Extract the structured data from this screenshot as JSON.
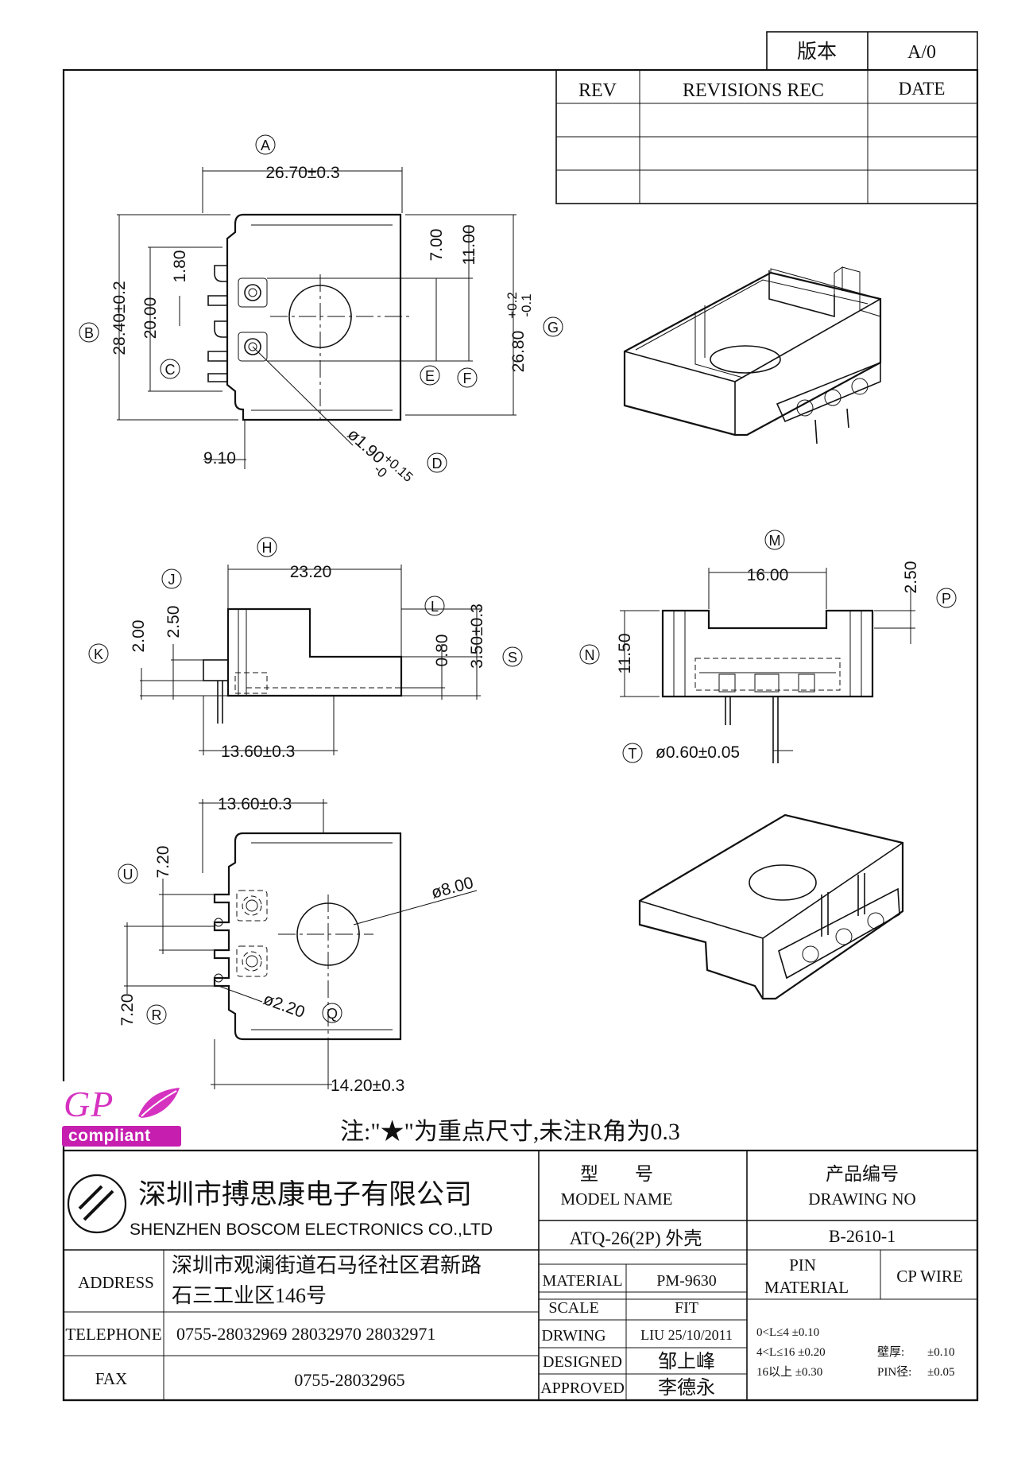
{
  "revision_block": {
    "version_label": "版本",
    "version_value": "A/0",
    "rev_header": "REV",
    "revisions_header": "REVISIONS REC",
    "date_header": "DATE"
  },
  "callouts": [
    "A",
    "B",
    "C",
    "D",
    "E",
    "F",
    "G",
    "H",
    "J",
    "K",
    "L",
    "S",
    "M",
    "N",
    "P",
    "T",
    "U",
    "R",
    "Q"
  ],
  "dimensions": {
    "top_width": "26.70±0.3",
    "top_height": "28.40±0.2",
    "top_inner_height": "20.00",
    "top_pitch": "1.80",
    "top_hole_offset": "7.00",
    "top_hole_span": "11.00",
    "top_right_height_main": "26.80",
    "top_right_height_tol_plus": "+0.2",
    "top_right_height_tol_minus": "-0.1",
    "top_left_offset": "9.10",
    "top_hole_dia": "ø1.90",
    "top_hole_dia_tol_plus": "+0.15",
    "top_hole_dia_tol_minus": "-0",
    "side_width": "23.20",
    "side_dim_k": "2.00",
    "side_dim_j": "2.50",
    "side_dim_l": "0.80",
    "side_dim_s": "3.50±0.3",
    "side_bottom_width": "13.60±0.3",
    "front_width": "16.00",
    "front_height": "11.50",
    "front_notch": "2.50",
    "front_pin_dia": "ø0.60±0.05",
    "bottom_top_width": "13.60±0.3",
    "bottom_u": "7.20",
    "bottom_r": "7.20",
    "bottom_hole_dia": "ø8.00",
    "bottom_slot_dia": "ø2.20",
    "bottom_width": "14.20±0.3"
  },
  "note": "注:\"★\"为重点尺寸,未注R角为0.3",
  "logo": {
    "letters": "GP",
    "word": "compliant",
    "color": "#c61fb0"
  },
  "title_block": {
    "company_cn": "深圳市搏思康电子有限公司",
    "company_en": "SHENZHEN BOSCOM ELECTRONICS CO.,LTD",
    "model_label_cn": "型　　号",
    "model_label_en": "MODEL NAME",
    "drawing_label_cn": "产品编号",
    "drawing_label_en": "DRAWING NO",
    "model_value": "ATQ-26(2P) 外壳",
    "drawing_value": "B-2610-1",
    "address_label": "ADDRESS",
    "address_line1": "深圳市观澜街道石马径社区君新路",
    "address_line2": "石三工业区146号",
    "telephone_label": "TELEPHONE",
    "telephone_value": "0755-28032969 28032970 28032971",
    "fax_label": "FAX",
    "fax_value": "0755-28032965",
    "material_label": "MATERIAL",
    "material_value": "PM-9630",
    "scale_label": "SCALE",
    "scale_value": "FIT",
    "drawing_label": "DRWING",
    "drawing_by": "LIU 25/10/2011",
    "designed_label": "DESIGNED",
    "designed_by": "邹上峰",
    "approved_label": "APPROVED",
    "approved_by": "李德永",
    "pin_material_line1": "PIN",
    "pin_material_line2": "MATERIAL",
    "pin_material_value": "CP WIRE",
    "tol_row1": "0<L≤4  ±0.10",
    "tol_row2": "4<L≤16  ±0.20",
    "tol_row3": "16以上    ±0.30",
    "wall_label": "壁厚:",
    "wall_value": "±0.10",
    "pin_dia_label": "PIN径:",
    "pin_dia_value": "±0.05"
  }
}
